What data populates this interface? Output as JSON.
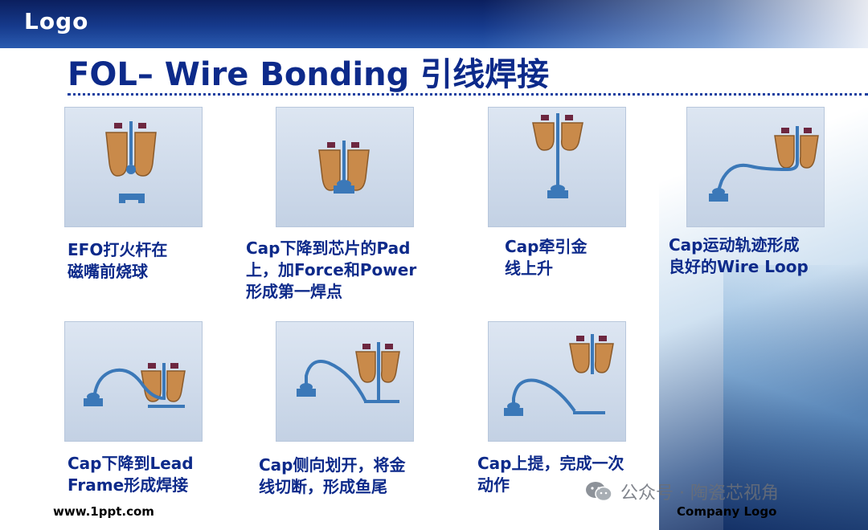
{
  "header": {
    "logo": "Logo",
    "title": "FOL– Wire Bonding 引线焊接"
  },
  "steps": [
    {
      "caption": "EFO打火杆在\n磁嘴前烧球"
    },
    {
      "caption": "Cap下降到芯片的Pad\n上，加Force和Power\n形成第一焊点"
    },
    {
      "caption": "Cap牵引金\n线上升"
    },
    {
      "caption": "Cap运动轨迹形成\n良好的Wire Loop"
    },
    {
      "caption": "Cap下降到Lead\nFrame形成焊接"
    },
    {
      "caption": "Cap侧向划开，将金\n线切断，形成鱼尾"
    },
    {
      "caption": "Cap上提，完成一次\n动作"
    }
  ],
  "footer": {
    "website": "www.1ppt.com",
    "company": "Company Logo"
  },
  "watermark": {
    "text": "公众号 · 陶瓷芯视角",
    "icon": "wechat-icon"
  },
  "colors": {
    "title": "#0d2a8a",
    "capillary": "#c98a4a",
    "wire": "#3b78b8",
    "pad": "#6d2740"
  }
}
